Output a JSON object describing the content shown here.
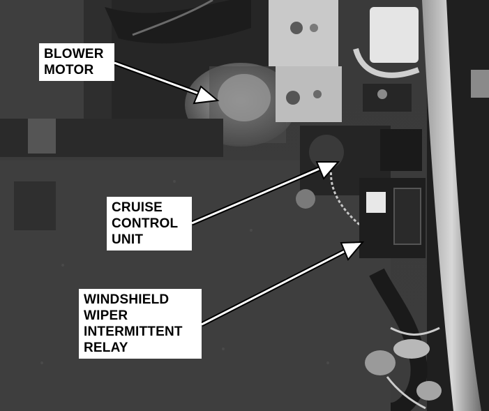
{
  "labels": {
    "blower_motor": [
      "BLOWER",
      "MOTOR"
    ],
    "cruise_control_unit": [
      "CRUISE",
      "CONTROL",
      "UNIT"
    ],
    "windshield_wiper_relay": [
      "WINDSHIELD",
      "WIPER",
      "INTERMITTENT",
      "RELAY"
    ]
  },
  "colors": {
    "callout_background": "#ffffff",
    "callout_text": "#000000",
    "arrow_fill": "#ffffff",
    "arrow_outline": "#000000"
  }
}
